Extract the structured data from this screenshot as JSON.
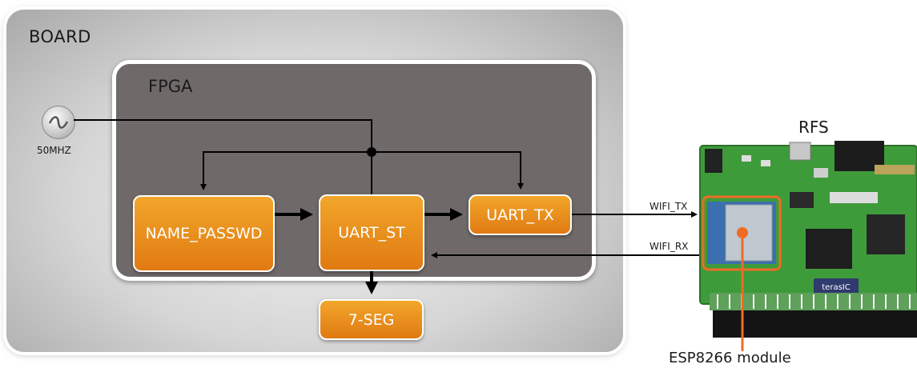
{
  "board": {
    "title": "BOARD"
  },
  "fpga": {
    "title": "FPGA"
  },
  "clock": {
    "label": "50MHZ",
    "icon": "sine-wave-icon"
  },
  "blocks": {
    "name_passwd": "NAME_PASSWD",
    "uart_st": "UART_ST",
    "uart_tx": "UART_TX",
    "seven_seg": "7-SEG"
  },
  "signals": {
    "wifi_tx": "WIFI_TX",
    "wifi_rx": "WIFI_RX"
  },
  "rfs": {
    "title": "RFS",
    "module_label": "ESP8266 module",
    "brand": "terasIC"
  },
  "colors": {
    "block": "#f2a62b",
    "fpga": "#6f6a69",
    "pcb": "#3e9b3a",
    "highlight": "#ef6b24"
  }
}
